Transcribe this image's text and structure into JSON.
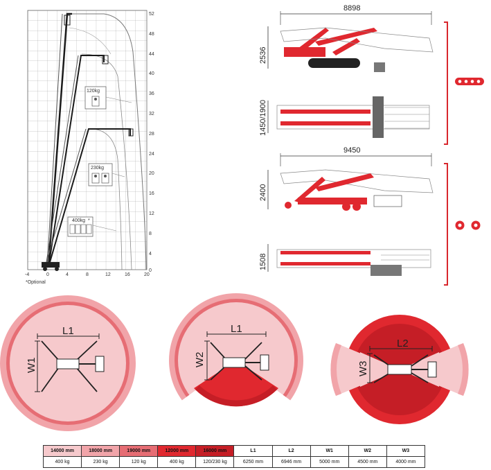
{
  "colors": {
    "red": "#e0282f",
    "dark_red": "#c51e26",
    "light_pink": "#f6c9cc",
    "pink": "#f1a4a9",
    "mid_pink": "#e66d74",
    "bracket": "#d8262c"
  },
  "reach_chart": {
    "y_ticks": [
      "52",
      "48",
      "44",
      "40",
      "36",
      "32",
      "28",
      "24",
      "20",
      "16",
      "12",
      "8",
      "4",
      "0"
    ],
    "x_ticks": [
      "-4",
      "0",
      "4",
      "8",
      "12",
      "16",
      "20"
    ],
    "optional_note": "*Optional",
    "loads": [
      {
        "label": "120kg"
      },
      {
        "label": "230kg"
      },
      {
        "label": "400kg"
      }
    ],
    "star": "*"
  },
  "machine_views": {
    "tracked": {
      "length": "8898",
      "height": "2536",
      "width": "1450/1900"
    },
    "wheeled": {
      "length": "9450",
      "height": "2400",
      "width": "1508"
    }
  },
  "outrigger_diagrams": {
    "labels": [
      "L1",
      "W1",
      "L1",
      "W2",
      "L2",
      "W3"
    ]
  },
  "spec_table": {
    "header": [
      {
        "text": "14000 mm",
        "color": "#f6c9cc"
      },
      {
        "text": "18000 mm",
        "color": "#f1a4a9"
      },
      {
        "text": "19000 mm",
        "color": "#e66d74"
      },
      {
        "text": "12000 mm",
        "color": "#e0282f"
      },
      {
        "text": "16000 mm",
        "color": "#c51e26"
      },
      {
        "text": "L1",
        "color": "#ffffff"
      },
      {
        "text": "L2",
        "color": "#ffffff"
      },
      {
        "text": "W1",
        "color": "#ffffff"
      },
      {
        "text": "W2",
        "color": "#ffffff"
      },
      {
        "text": "W3",
        "color": "#ffffff"
      }
    ],
    "values": [
      "400 kg",
      "230 kg",
      "120 kg",
      "400 kg",
      "120/230 kg",
      "6250 mm",
      "6946 mm",
      "5000 mm",
      "4500 mm",
      "4000 mm"
    ]
  }
}
